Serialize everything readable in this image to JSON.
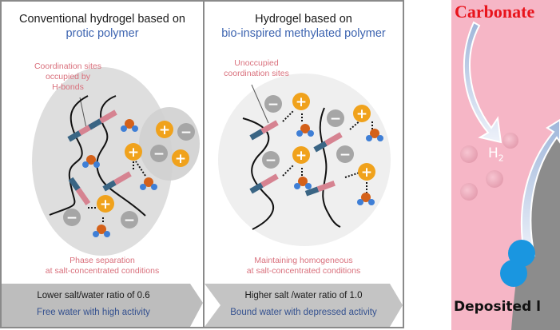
{
  "panels": [
    {
      "title": "Conventional hydrogel based on",
      "subtitle": "protic polymer",
      "annotation_top": [
        "Coordination sites",
        "occupied by",
        "H-bonds"
      ],
      "annotation_bottom": [
        "Phase separation",
        "at salt-concentrated conditions"
      ],
      "banner_line1": "Lower salt/water ratio of 0.6",
      "banner_line2": "Free water with high activity"
    },
    {
      "title": "Hydrogel based on",
      "subtitle": "bio-inspired methylated polymer",
      "annotation_top": [
        "Unoccupied",
        "coordination sites"
      ],
      "annotation_bottom": [
        "Maintaining homogeneous",
        "at salt-concentrated conditions"
      ],
      "banner_line1": "Higher salt /water ratio of 1.0",
      "banner_line2": "Bound water with depressed activity"
    }
  ],
  "electrode_panel": {
    "top_label": "Carbonate",
    "gas_label": "H",
    "gas_subscript": "2",
    "bottom_label": "Deposited l"
  },
  "symbols": {
    "cation": "+",
    "anion": "−"
  },
  "colors": {
    "title_blue": "#3d64b0",
    "annotation_pink": "#d9707c",
    "banner_gray": "#bdbdbd",
    "cation_orange": "#f0a21c",
    "anion_gray": "#a6a6a6",
    "oxygen_orange": "#d4611a",
    "hydrogen_blue": "#3f7fd6",
    "electrolyte_pink": "#f6b6c6",
    "carbonate_red": "#e8141c",
    "deposit_blue": "#1a96e0"
  }
}
